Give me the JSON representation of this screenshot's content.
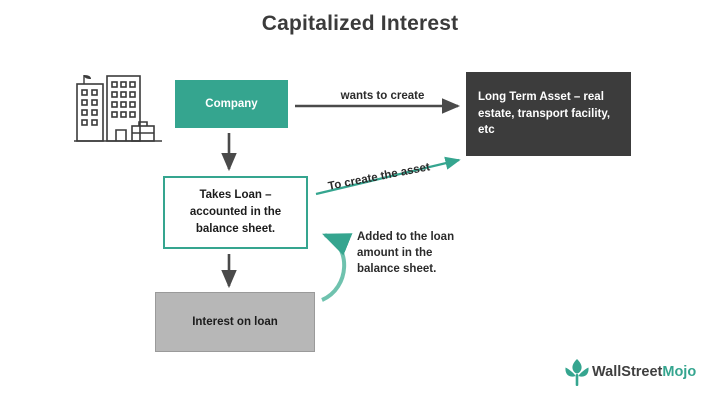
{
  "title": "Capitalized Interest",
  "nodes": {
    "company": "Company",
    "asset": "Long Term Asset – real estate, transport facility, etc",
    "loan": "Takes Loan – accounted in the balance sheet.",
    "interest": "Interest on loan"
  },
  "edges": {
    "wants_to_create": "wants to create",
    "to_create_the_asset": "To create the asset",
    "added_to_loan": "Added to the loan amount in the balance sheet."
  },
  "icons": {
    "building": "building-icon",
    "logo_leaf": "leaf-logo-icon"
  },
  "logo": {
    "part1": "WallStreet",
    "part2": "Mojo"
  },
  "colors": {
    "teal": "#35a58f",
    "dark": "#3c3c3c",
    "gray": "#b7b7b7",
    "arrow_gray": "#4a4a4a",
    "title": "#3b3b3b"
  }
}
